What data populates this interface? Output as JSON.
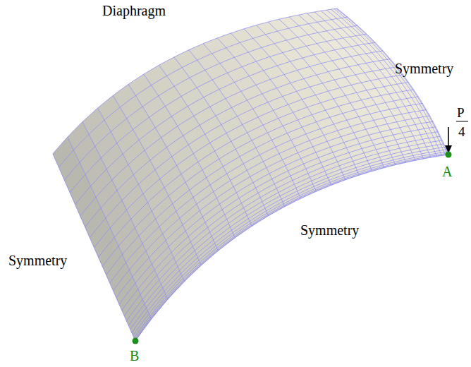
{
  "diagram": {
    "labels": [
      "Diaphragm",
      "Symmetry",
      "P",
      "4",
      "A",
      "Symmetry",
      "Symmetry",
      "B"
    ]
  }
}
